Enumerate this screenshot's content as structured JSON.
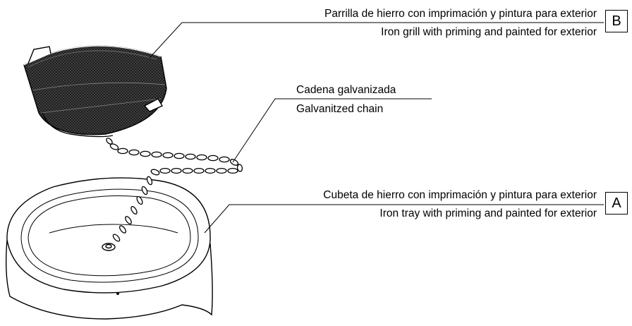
{
  "labels": {
    "grill_es": "Parrilla de hierro con imprimación y pintura para exterior",
    "grill_en": "Iron grill with priming and painted for exterior",
    "chain_es": "Cadena galvanizada",
    "chain_en": "Galvanitzed chain",
    "tray_es": "Cubeta de hierro con imprimación y pintura para exterior",
    "tray_en": "Iron tray with priming and painted for exterior"
  },
  "part_letters": {
    "grill": "B",
    "tray": "A"
  }
}
